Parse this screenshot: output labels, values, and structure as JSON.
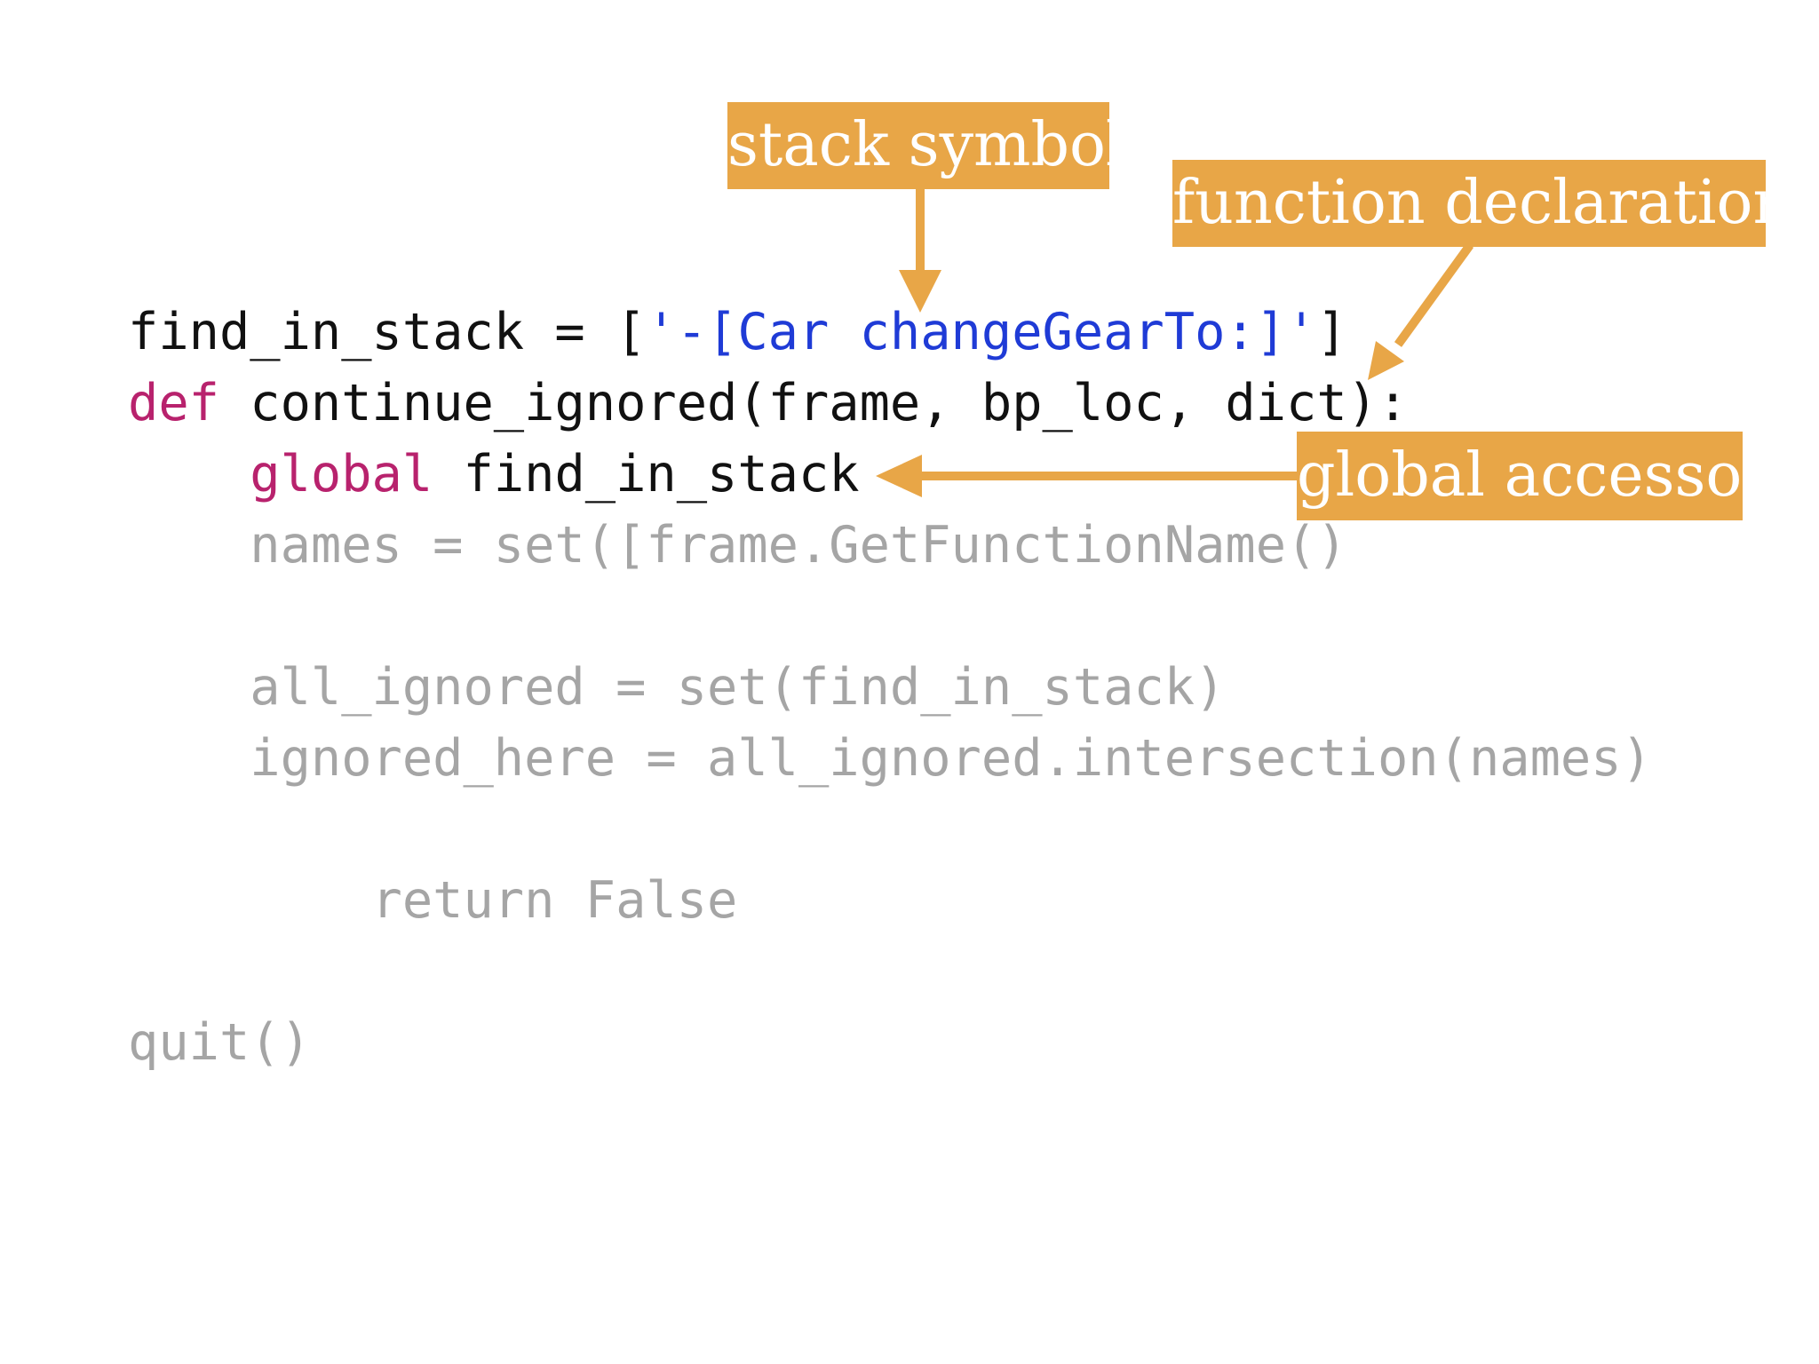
{
  "code": {
    "line1": {
      "var": "find_in_stack = [",
      "str": "'-[Car changeGearTo:]'",
      "close": "]"
    },
    "line2": {
      "kw": "def",
      "rest": " continue_ignored(frame, bp_loc, dict):"
    },
    "line3": {
      "indent": "    ",
      "kw": "global",
      "rest": " find_in_stack"
    },
    "line4": "    names = set([frame.GetFunctionName()",
    "line5": "    all_ignored = set(find_in_stack)",
    "line6": "    ignored_here = all_ignored.intersection(names)",
    "line7": "        return False",
    "line8": "quit()"
  },
  "callouts": {
    "stack_symbol": "stack symbol",
    "function_declaration": "function declaration",
    "global_accessor": "global accessor"
  },
  "colors": {
    "callout": "#e8a647",
    "keyword": "#b8226d",
    "string": "#1f3bd6",
    "code": "#111111",
    "dimmed_code": "#a5a5a5"
  }
}
